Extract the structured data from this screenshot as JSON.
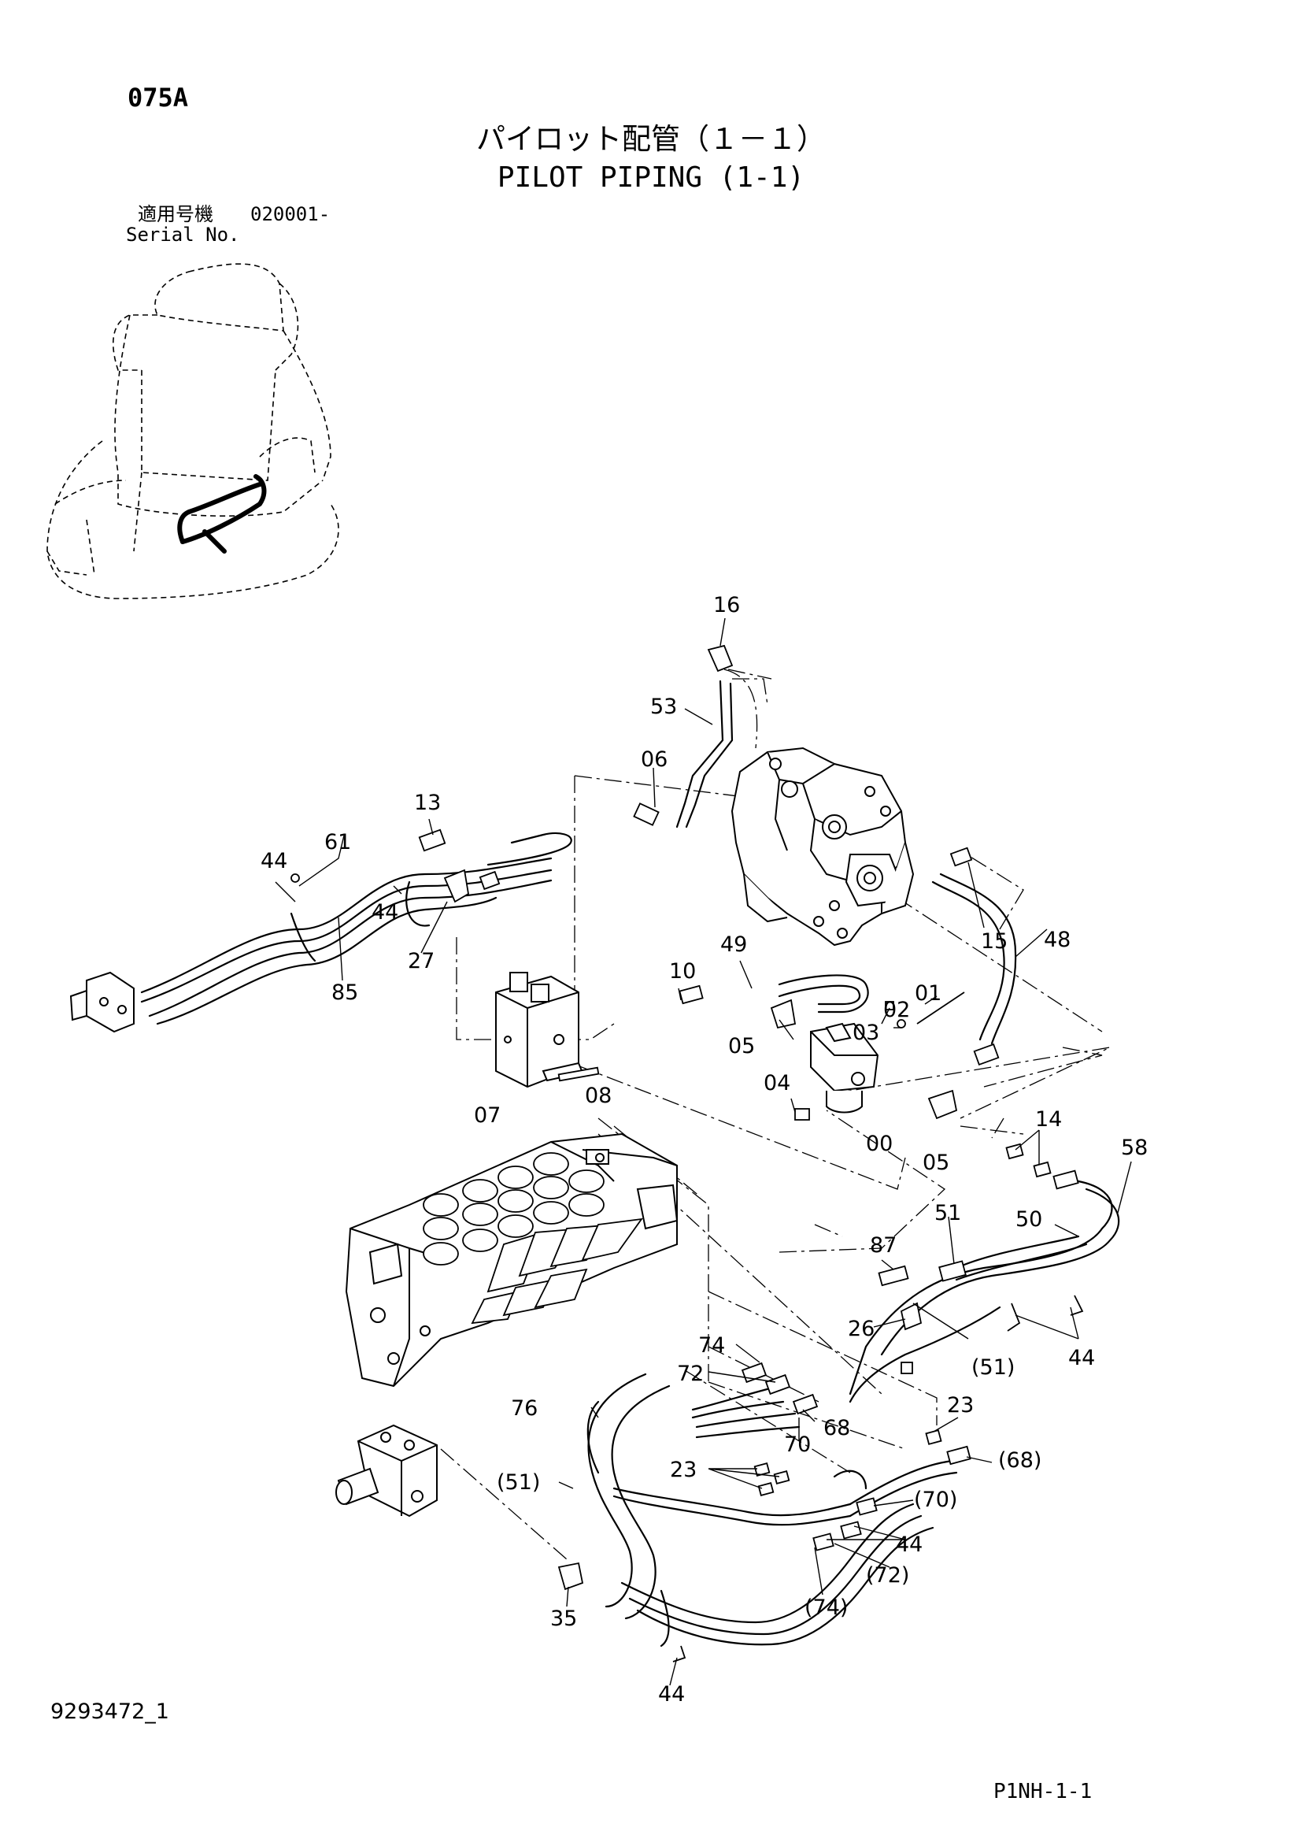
{
  "header": {
    "page_code": "075A",
    "title_jp": "パイロット配管（１－１）",
    "title_en": "PILOT PIPING (1-1)",
    "serial_label_jp": "適用号機",
    "serial_value": "020001-",
    "serial_label_en": "Serial No."
  },
  "footer": {
    "doc_number": "9293472_1",
    "page_ref": "P1NH-1-1"
  },
  "callouts": {
    "c16": "16",
    "c53": "53",
    "c06": "06",
    "c13": "13",
    "c61": "61",
    "c44a": "44",
    "c44b": "44",
    "c27": "27",
    "c85": "85",
    "c15": "15",
    "c48": "48",
    "c49": "49",
    "c10": "10",
    "c01": "01",
    "c02": "02",
    "c03": "03",
    "c05a": "05",
    "c04": "04",
    "c00": "00",
    "c05b": "05",
    "c08": "08",
    "c07": "07",
    "c14": "14",
    "c58": "58",
    "c51": "51",
    "c50": "50",
    "c87": "87",
    "c26": "26",
    "c51p": "(51)",
    "c44c": "44",
    "c74": "74",
    "c72": "72",
    "c68": "68",
    "c70": "70",
    "c76": "76",
    "c23a": "23",
    "c23b": "23",
    "c68p": "(68)",
    "c51p2": "(51)",
    "c70p": "(70)",
    "c44d": "44",
    "c72p": "(72)",
    "c74p": "(74)",
    "c35": "35",
    "c44e": "44"
  }
}
